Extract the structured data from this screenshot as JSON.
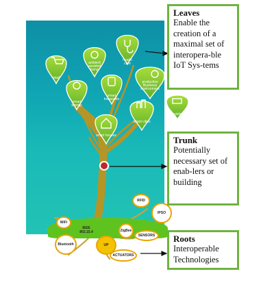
{
  "diagram": {
    "leaves_box": {
      "title": "Leaves",
      "body": "Enable the creation of a maximal set of interopera-ble IoT Sys-tems"
    },
    "trunk_box": {
      "title": "Trunk",
      "body": "Potentially necessary set of enab-lers or building"
    },
    "roots_box": {
      "title": "Roots",
      "body": "Interoperable Technologies"
    },
    "leaves": [
      {
        "label": "health care",
        "icon": "stethoscope-icon"
      },
      {
        "label": "retail",
        "icon": "cart-icon"
      },
      {
        "label": "ambient assisted living",
        "icon": "wheelchair-icon"
      },
      {
        "label": "productive Business environment",
        "icon": "gear-icon"
      },
      {
        "label": "smart transports",
        "icon": "train-icon"
      },
      {
        "label": "smart energy",
        "icon": "sun-icon"
      },
      {
        "label": "logistics",
        "icon": "truck-icon"
      },
      {
        "label": "smart cities",
        "icon": "city-icon"
      },
      {
        "label": "smart houses",
        "icon": "house-icon"
      }
    ],
    "roots": [
      {
        "label": "RFID"
      },
      {
        "label": "IPSO"
      },
      {
        "label": "WiFi"
      },
      {
        "label": "IEEE 802.15.4"
      },
      {
        "label": "ZigBee"
      },
      {
        "label": "SENSORS"
      },
      {
        "label": "Bluetooth"
      },
      {
        "label": "UP"
      },
      {
        "label": "ACTUATORS"
      }
    ],
    "colors": {
      "box_border": "#6eb33f",
      "leaf": "#7ecb2a",
      "trunk": "#b59526",
      "badge": "#c0272d",
      "root_circle_border": "#e8a400"
    }
  }
}
